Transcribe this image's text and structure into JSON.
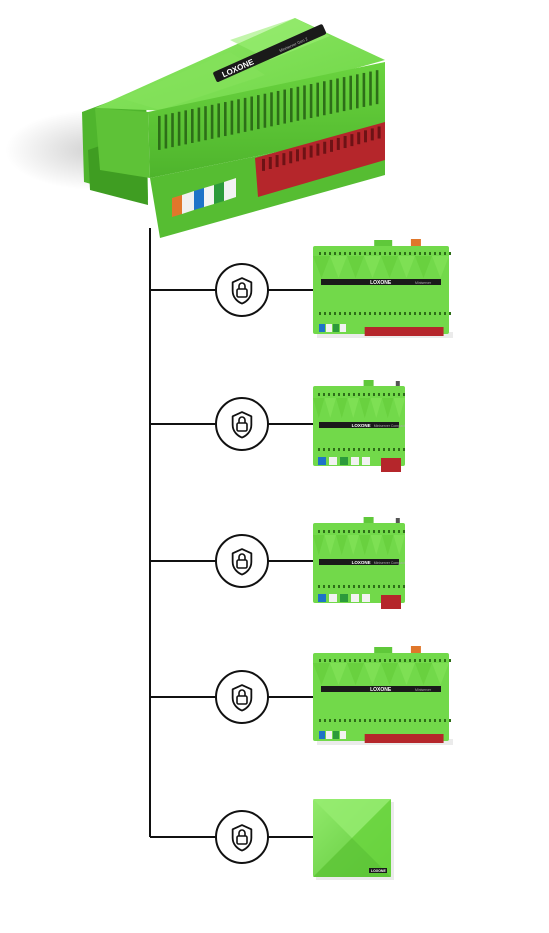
{
  "brand": {
    "logo_text": "LOXONE",
    "main_model_label": "Miniserver Gen 2",
    "compact_label": "Miniserver Compact",
    "standard_label": "Miniserver"
  },
  "colors": {
    "housing_green": "#72d94a",
    "housing_dark": "#4fb52d",
    "housing_light": "#8ee866",
    "terminal_red": "#b5262b",
    "line": "#111111",
    "lock_circle_bg": "#ffffff"
  },
  "icons": {
    "connection_icon": "shield-lock-icon"
  },
  "devices": [
    {
      "kind": "miniserver",
      "label_key": "standard_label"
    },
    {
      "kind": "compact",
      "label_key": "compact_label"
    },
    {
      "kind": "compact",
      "label_key": "compact_label"
    },
    {
      "kind": "miniserver",
      "label_key": "standard_label"
    },
    {
      "kind": "box",
      "label_key": null
    }
  ]
}
